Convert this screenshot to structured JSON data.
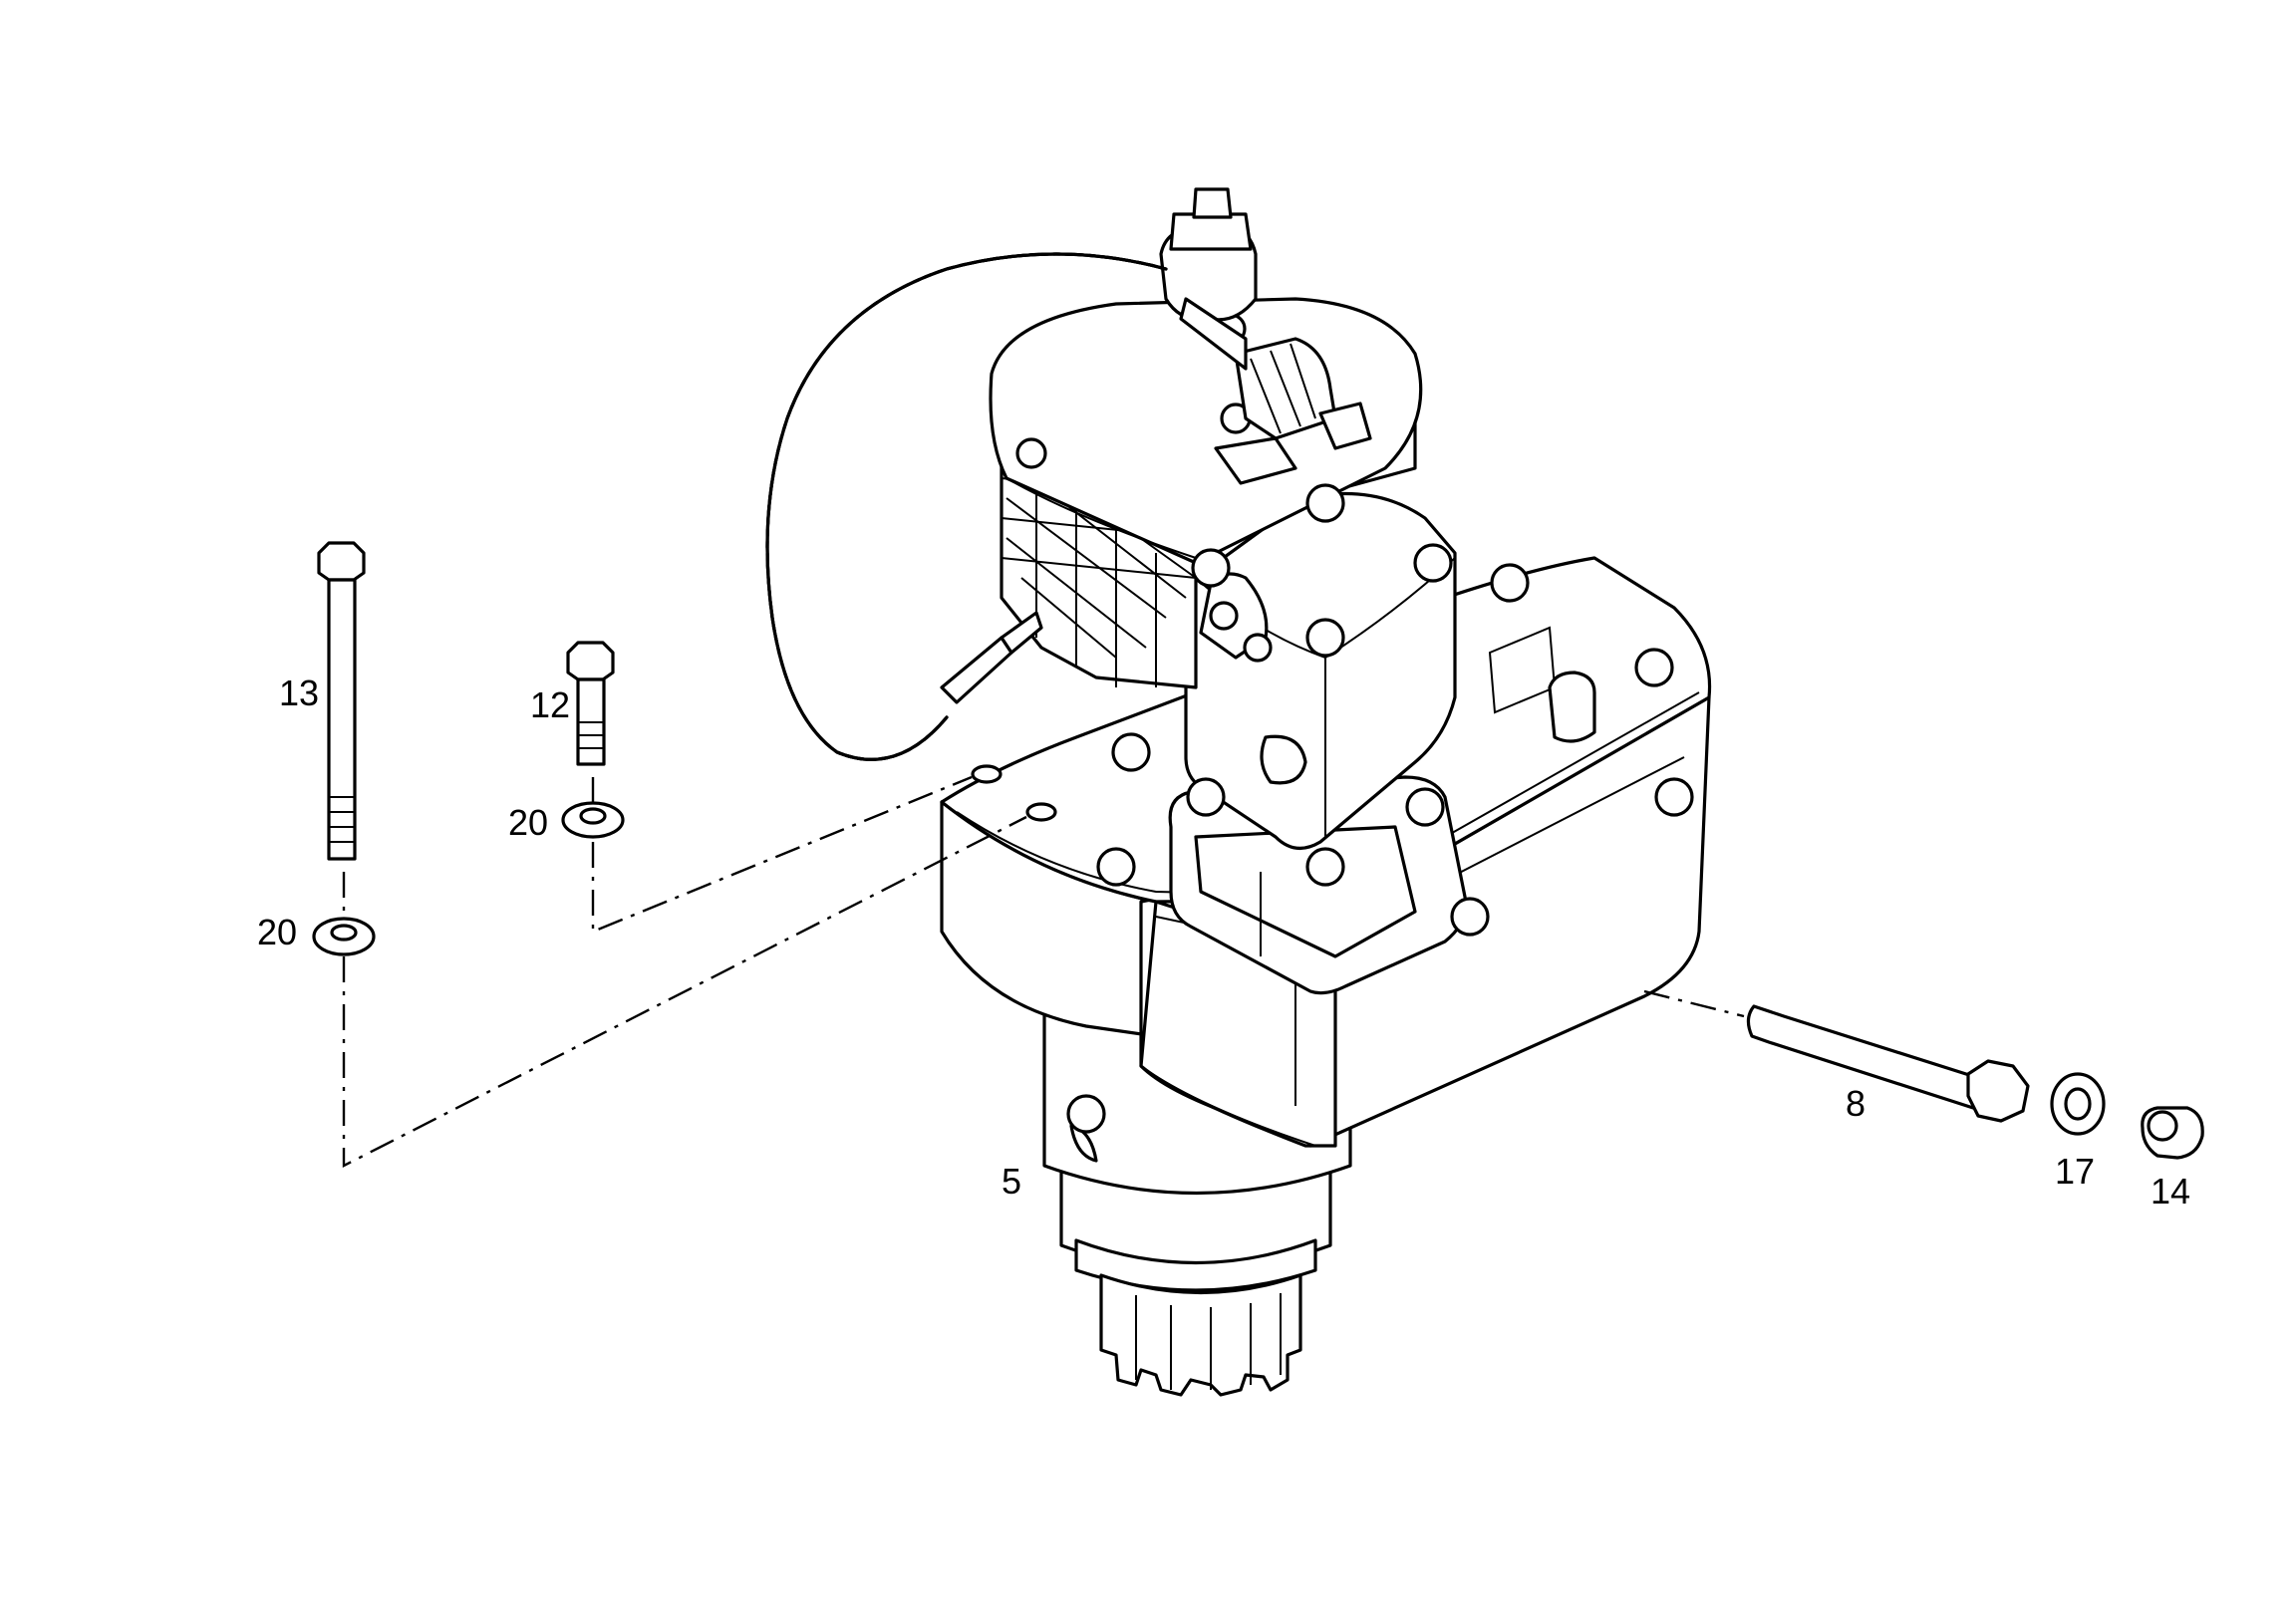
{
  "callouts": {
    "c13": "13",
    "c12": "12",
    "c20a": "20",
    "c20b": "20",
    "c5": "5",
    "c8": "8",
    "c17": "17",
    "c14": "14"
  }
}
